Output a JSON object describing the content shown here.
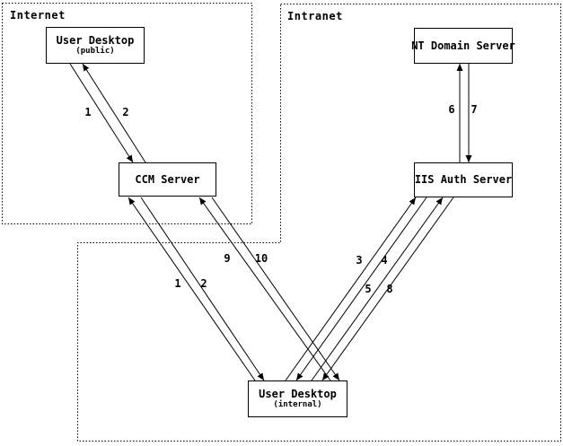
{
  "diagram": {
    "regions": {
      "internet": "Internet",
      "intranet": "Intranet"
    },
    "nodes": {
      "ud_public": {
        "title": "User Desktop",
        "subtitle": "(public)"
      },
      "ccm": {
        "title": "CCM Server"
      },
      "nt_domain": {
        "title": "NT Domain Server"
      },
      "iis_auth": {
        "title": "IIS Auth Server"
      },
      "ud_internal": {
        "title": "User Desktop",
        "subtitle": "(internal)"
      }
    },
    "edges": [
      {
        "label": "1",
        "from": "ud_public",
        "to": "ccm"
      },
      {
        "label": "2",
        "from": "ccm",
        "to": "ud_public"
      },
      {
        "label": "1",
        "from": "ud_internal",
        "to": "ccm"
      },
      {
        "label": "2",
        "from": "ccm",
        "to": "ud_internal"
      },
      {
        "label": "9",
        "from": "ud_internal",
        "to": "ccm"
      },
      {
        "label": "10",
        "from": "ccm",
        "to": "ud_internal"
      },
      {
        "label": "3",
        "from": "ud_internal",
        "to": "iis_auth"
      },
      {
        "label": "4",
        "from": "iis_auth",
        "to": "ud_internal"
      },
      {
        "label": "5",
        "from": "ud_internal",
        "to": "iis_auth"
      },
      {
        "label": "8",
        "from": "iis_auth",
        "to": "ud_internal"
      },
      {
        "label": "6",
        "from": "iis_auth",
        "to": "nt_domain"
      },
      {
        "label": "7",
        "from": "nt_domain",
        "to": "iis_auth"
      }
    ],
    "colors": {
      "ink": "#000000",
      "background": "#ffffff"
    }
  }
}
